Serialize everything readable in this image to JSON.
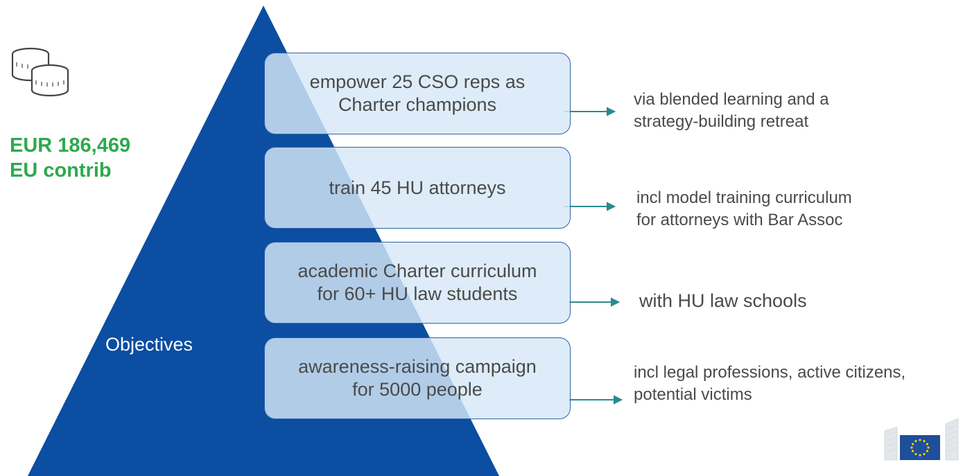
{
  "budget": {
    "amount": "EUR 186,469",
    "label": "EU contrib"
  },
  "objectives_label": "Objectives",
  "objectives": [
    {
      "lines": [
        "empower 25 CSO reps as",
        "Charter champions"
      ],
      "note": [
        "via blended learning and a",
        "strategy-building retreat"
      ]
    },
    {
      "lines": [
        "train 45 HU attorneys",
        ""
      ],
      "note": [
        "incl model training curriculum",
        "for attorneys with Bar Assoc"
      ]
    },
    {
      "lines": [
        "academic Charter curriculum",
        "for 60+ HU law students"
      ],
      "note": [
        "with HU law schools",
        ""
      ]
    },
    {
      "lines": [
        "awareness-raising campaign",
        "for 5000 people"
      ],
      "note": [
        "incl legal professions, active citizens,",
        "potential victims"
      ]
    }
  ],
  "colors": {
    "pyramid": "#0b4ea2",
    "budget_text": "#2fa84f",
    "arrow": "#2a8a8c",
    "box_fill": "#d6e8f7",
    "box_border": "#2f62a7"
  },
  "icons": [
    "coins-icon",
    "european-commission-logo",
    "arrow-right-icon"
  ]
}
